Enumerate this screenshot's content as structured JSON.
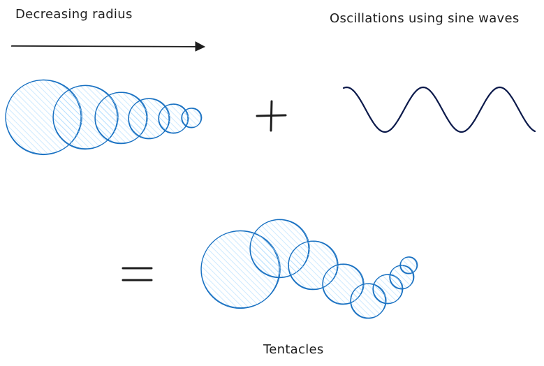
{
  "labels": {
    "decreasing_radius": "Decreasing radius",
    "oscillations": "Oscillations using sine waves",
    "tentacles": "Tentacles"
  },
  "colors": {
    "circle_stroke": "#1971c2",
    "circle_fill": "#a5d8ff",
    "wave_stroke": "#0c1a4b",
    "text": "#1e1e1e",
    "arrow": "#1e1e1e"
  },
  "operators": {
    "plus": "plus-sign",
    "equals": "equals-sign"
  }
}
